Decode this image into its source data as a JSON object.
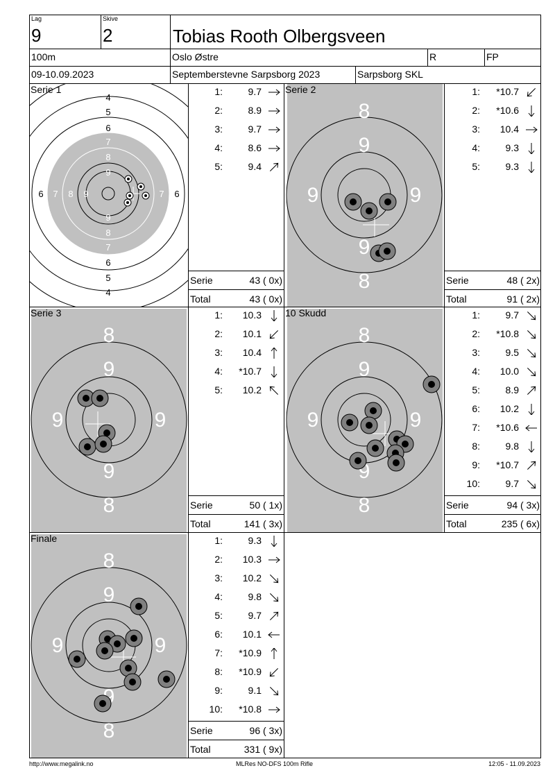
{
  "header": {
    "lag_label": "Lag",
    "lag_value": "9",
    "skive_label": "Skive",
    "skive_value": "2",
    "shooter_name": "Tobias Rooth Olbergsveen",
    "distance": "100m",
    "club": "Oslo Østre",
    "class": "R",
    "category": "FP",
    "date": "09-10.09.2023",
    "event": "Septemberstevne Sarpsborg 2023",
    "venue": "Sarpsborg SKL"
  },
  "target_labels": {
    "ring4": "4",
    "ring5": "5",
    "ring6": "6",
    "ring7": "7",
    "ring8": "8",
    "ring9": "9"
  },
  "panels": [
    {
      "title": "Serie 1",
      "shots": [
        {
          "n": "1:",
          "v": "9.7",
          "dir": "right"
        },
        {
          "n": "2:",
          "v": "8.9",
          "dir": "right"
        },
        {
          "n": "3:",
          "v": "9.7",
          "dir": "right"
        },
        {
          "n": "4:",
          "v": "8.6",
          "dir": "right"
        },
        {
          "n": "5:",
          "v": "9.4",
          "dir": "up-right"
        }
      ],
      "serie_label": "Serie",
      "serie_value": "43 ( 0x)",
      "total_label": "Total",
      "total_value": "43 ( 0x)"
    },
    {
      "title": "Serie 2",
      "shots": [
        {
          "n": "1:",
          "v": "*10.7",
          "dir": "down-left"
        },
        {
          "n": "2:",
          "v": "*10.6",
          "dir": "down"
        },
        {
          "n": "3:",
          "v": "10.4",
          "dir": "right"
        },
        {
          "n": "4:",
          "v": "9.3",
          "dir": "down"
        },
        {
          "n": "5:",
          "v": "9.3",
          "dir": "down"
        }
      ],
      "serie_label": "Serie",
      "serie_value": "48 ( 2x)",
      "total_label": "Total",
      "total_value": "91 ( 2x)"
    },
    {
      "title": "Serie 3",
      "shots": [
        {
          "n": "1:",
          "v": "10.3",
          "dir": "down"
        },
        {
          "n": "2:",
          "v": "10.1",
          "dir": "down-left"
        },
        {
          "n": "3:",
          "v": "10.4",
          "dir": "up"
        },
        {
          "n": "4:",
          "v": "*10.7",
          "dir": "down"
        },
        {
          "n": "5:",
          "v": "10.2",
          "dir": "up-left"
        }
      ],
      "serie_label": "Serie",
      "serie_value": "50 ( 1x)",
      "total_label": "Total",
      "total_value": "141 ( 3x)"
    },
    {
      "title": "10 Skudd",
      "shots": [
        {
          "n": "1:",
          "v": "9.7",
          "dir": "down-right"
        },
        {
          "n": "2:",
          "v": "*10.8",
          "dir": "down-right"
        },
        {
          "n": "3:",
          "v": "9.5",
          "dir": "down-right"
        },
        {
          "n": "4:",
          "v": "10.0",
          "dir": "down-right"
        },
        {
          "n": "5:",
          "v": "8.9",
          "dir": "up-right"
        },
        {
          "n": "6:",
          "v": "10.2",
          "dir": "down"
        },
        {
          "n": "7:",
          "v": "*10.6",
          "dir": "left"
        },
        {
          "n": "8:",
          "v": "9.8",
          "dir": "down"
        },
        {
          "n": "9:",
          "v": "*10.7",
          "dir": "up-right"
        },
        {
          "n": "10:",
          "v": "9.7",
          "dir": "down-right"
        }
      ],
      "serie_label": "Serie",
      "serie_value": "94 ( 3x)",
      "total_label": "Total",
      "total_value": "235 ( 6x)"
    },
    {
      "title": "Finale",
      "shots": [
        {
          "n": "1:",
          "v": "9.3",
          "dir": "down"
        },
        {
          "n": "2:",
          "v": "10.3",
          "dir": "right"
        },
        {
          "n": "3:",
          "v": "10.2",
          "dir": "down-right"
        },
        {
          "n": "4:",
          "v": "9.8",
          "dir": "down-right"
        },
        {
          "n": "5:",
          "v": "9.7",
          "dir": "up-right"
        },
        {
          "n": "6:",
          "v": "10.1",
          "dir": "left"
        },
        {
          "n": "7:",
          "v": "*10.9",
          "dir": "up"
        },
        {
          "n": "8:",
          "v": "*10.9",
          "dir": "down-left"
        },
        {
          "n": "9:",
          "v": "9.1",
          "dir": "down-right"
        },
        {
          "n": "10:",
          "v": "*10.8",
          "dir": "right"
        }
      ],
      "serie_label": "Serie",
      "serie_value": "96 ( 3x)",
      "total_label": "Total",
      "total_value": "331 ( 9x)"
    }
  ],
  "footer": {
    "left": "http://www.megalink.no",
    "center": "MLRes NO-DFS 100m Rifle",
    "right": "12:05 - 11.09.2023"
  },
  "colors": {
    "target_gray": "#c0c0c0",
    "shot_outer": "#808080",
    "shot_inner": "#000000"
  }
}
